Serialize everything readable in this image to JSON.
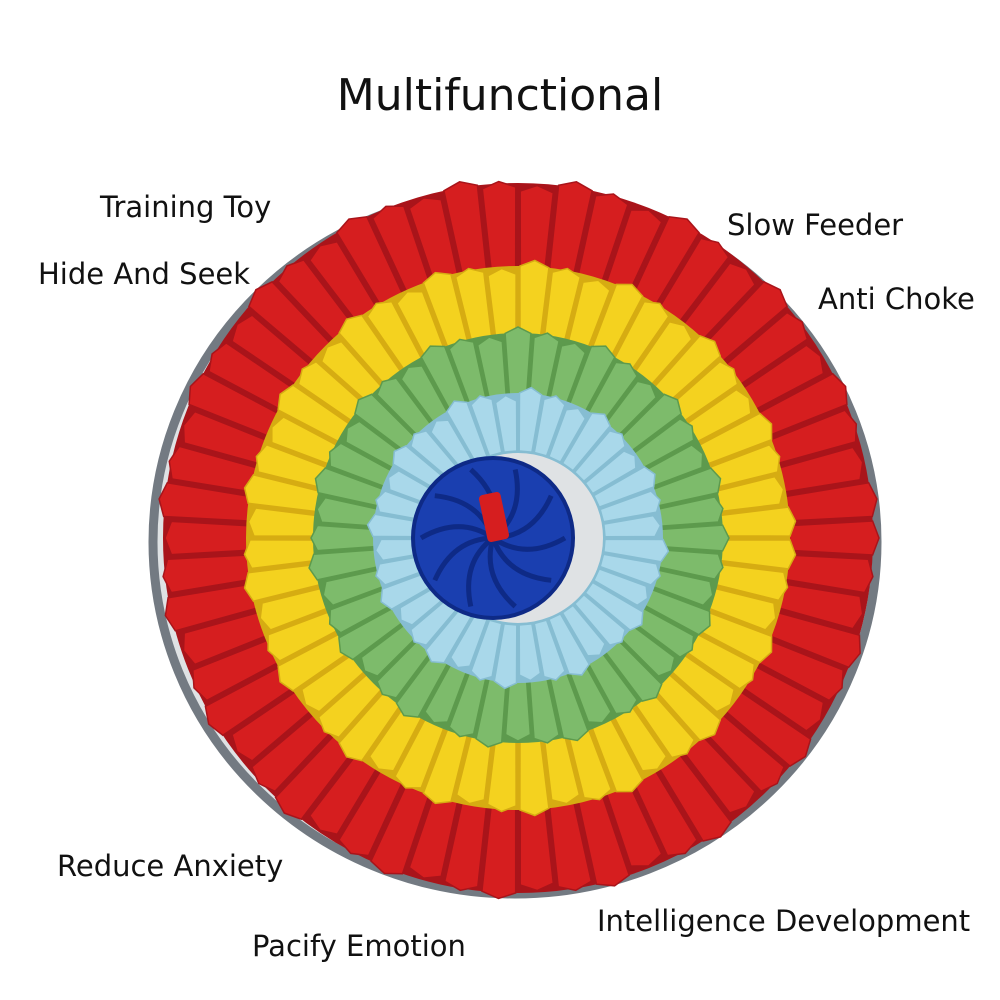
{
  "image": {
    "title": "Multifunctional",
    "labels": {
      "training_toy": "Training Toy",
      "hide_and_seek": "Hide And Seek",
      "slow_feeder": "Slow Feeder",
      "anti_choke": "Anti Choke",
      "reduce_anxiety": "Reduce Anxiety",
      "intelligence_development": "Intelligence Development",
      "pacify_emotion": "Pacify Emotion"
    }
  },
  "product": {
    "name": "snuffle-mat",
    "rings": [
      {
        "name": "outer-ring",
        "color": "#d61e1f",
        "shade": "#a9141a"
      },
      {
        "name": "yellow-ring",
        "color": "#f4d21f",
        "shade": "#d6ac12"
      },
      {
        "name": "green-ring",
        "color": "#7dbb6b",
        "shade": "#5d9a4d"
      },
      {
        "name": "light-blue-ring",
        "color": "#a9d8ea",
        "shade": "#86bdd2"
      },
      {
        "name": "center",
        "color": "#1a3fb0",
        "shade": "#0e2a86"
      }
    ],
    "base_color": "#dfe2e4",
    "edge_color": "#737a82",
    "center_accent_color": "#d61e1f"
  }
}
